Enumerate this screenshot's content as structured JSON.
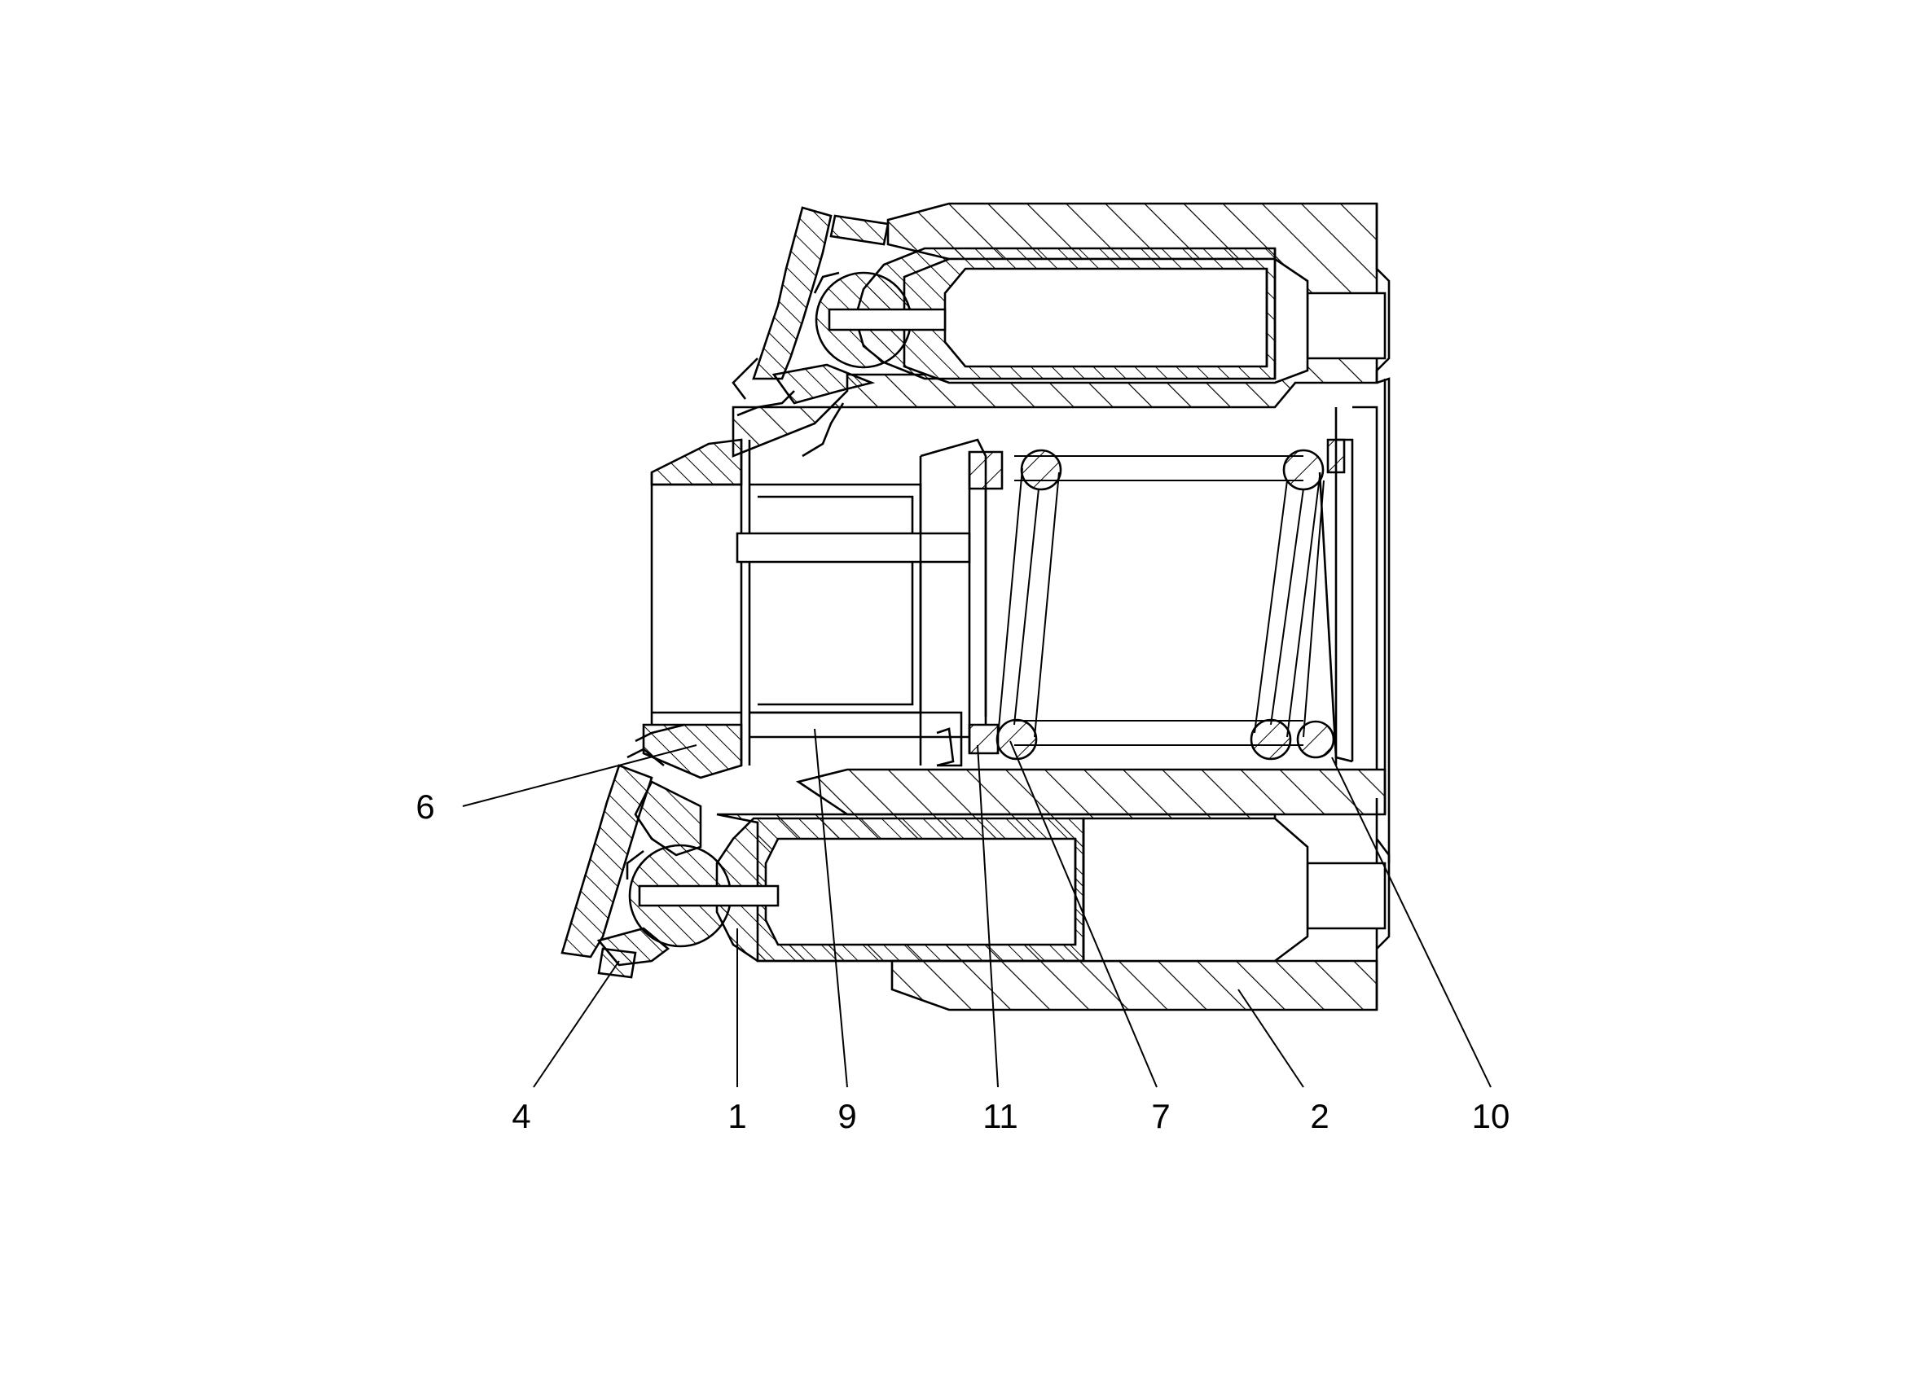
{
  "callouts": [
    {
      "id": "c6",
      "label": "6"
    },
    {
      "id": "c4",
      "label": "4"
    },
    {
      "id": "c1",
      "label": "1"
    },
    {
      "id": "c9",
      "label": "9"
    },
    {
      "id": "c11",
      "label": "11"
    },
    {
      "id": "c7",
      "label": "7"
    },
    {
      "id": "c2",
      "label": "2"
    },
    {
      "id": "c10",
      "label": "10"
    }
  ],
  "colors": {
    "line": "#000000",
    "background": "#ffffff"
  }
}
